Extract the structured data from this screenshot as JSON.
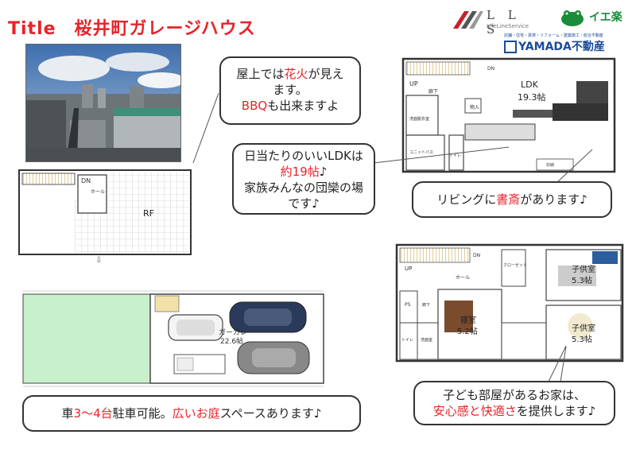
{
  "header": {
    "title": "Title　桜井町ガレージハウス"
  },
  "logos": {
    "lls_main": "L L S",
    "lls_sub": "LifeLineService",
    "iera": "イエ楽",
    "yamada_tagline": "店舗・住宅・賃貸・リフォーム・建築施工・総合不動産",
    "yamada": "YAMADA不動産"
  },
  "bubbles": {
    "rooftop": {
      "line1_a": "屋上では",
      "line1_red": "花火",
      "line1_b": "が見え",
      "line2": "ます。",
      "line3_red": "BBQ",
      "line3_b": "も出来ますよ"
    },
    "ldk": {
      "line1": "日当たりのいいLDKは",
      "line2_red": "約19帖",
      "line2_b": "♪",
      "line3": "家族みんなの団欒の場",
      "line4": "です♪"
    },
    "study": {
      "a": "リビングに",
      "red": "書斎",
      "b": "があります♪"
    },
    "parking": {
      "a": "車",
      "red1": "3～4台",
      "b": "駐車可能。",
      "red2": "広いお庭",
      "c": "スペースあります♪"
    },
    "kids": {
      "line1": "子ども部屋があるお家は、",
      "line2_red": "安心感と快適さ",
      "line2_b": "を提供します♪"
    }
  },
  "plans": {
    "roof": {
      "rf": "RF",
      "hall": "ホール",
      "dn": "DN"
    },
    "second": {
      "ldk": "LDK",
      "ldk_size": "19.3帖",
      "up": "UP",
      "dn": "DN",
      "corridor": "廊下",
      "storage": "物入",
      "wash": "洗面脱衣室",
      "toilet": "トイレ",
      "closet": "収納",
      "bath": "ユニットバス"
    },
    "third": {
      "up": "UP",
      "dn": "DN",
      "hall": "ホール",
      "closet": "クローゼット",
      "kids1": "子供室",
      "kids1_size": "5.3帖",
      "kids2": "子供室",
      "kids2_size": "5.3帖",
      "bed": "寝室",
      "bed_size": "5.2帖",
      "ps": "PS",
      "corridor": "廊下",
      "toilet": "トイレ",
      "wash": "洗面室"
    },
    "first": {
      "garage": "ガーガレ",
      "garage_size": "22.6帖"
    }
  }
}
